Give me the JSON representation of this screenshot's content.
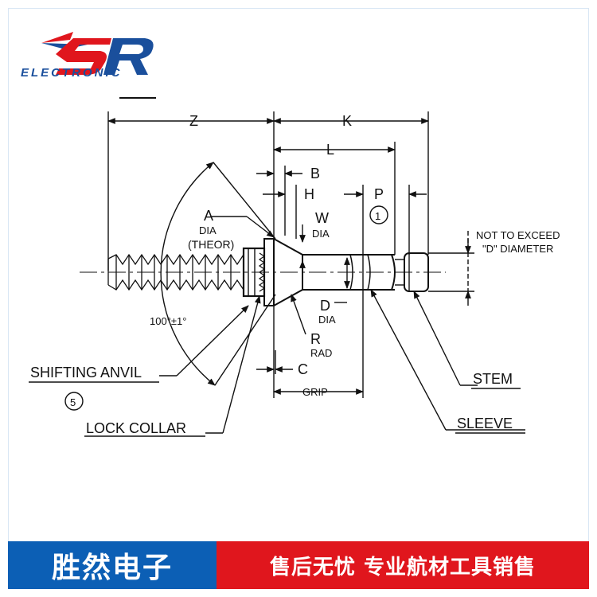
{
  "brand": {
    "name": "ELECTRONIC",
    "primary_color": "#1a4f9c",
    "accent_color": "#e0161d"
  },
  "labels": {
    "z": "Z",
    "k": "K",
    "l": "L",
    "b": "B",
    "h": "H",
    "p": "P",
    "note1": "1",
    "a": "A",
    "a_dia": "DIA",
    "a_theor": "(THEOR)",
    "w": "W",
    "w_dia": "DIA",
    "not_exceed_1": "NOT TO EXCEED",
    "not_exceed_2": "\"D\" DIAMETER",
    "angle": "100°±1°",
    "d": "D",
    "d_dia": "DIA",
    "r": "R",
    "r_rad": "RAD",
    "c": "C",
    "grip": "GRIP",
    "shifting_anvil": "SHIFTING ANVIL",
    "note5": "5",
    "lock_collar": "LOCK COLLAR",
    "stem": "STEM",
    "sleeve": "SLEEVE"
  },
  "footer": {
    "company": "胜然电子",
    "slogan": "售后无忧  专业航材工具销售",
    "left_color": "#0c5fb5",
    "right_color": "#e0161d"
  }
}
